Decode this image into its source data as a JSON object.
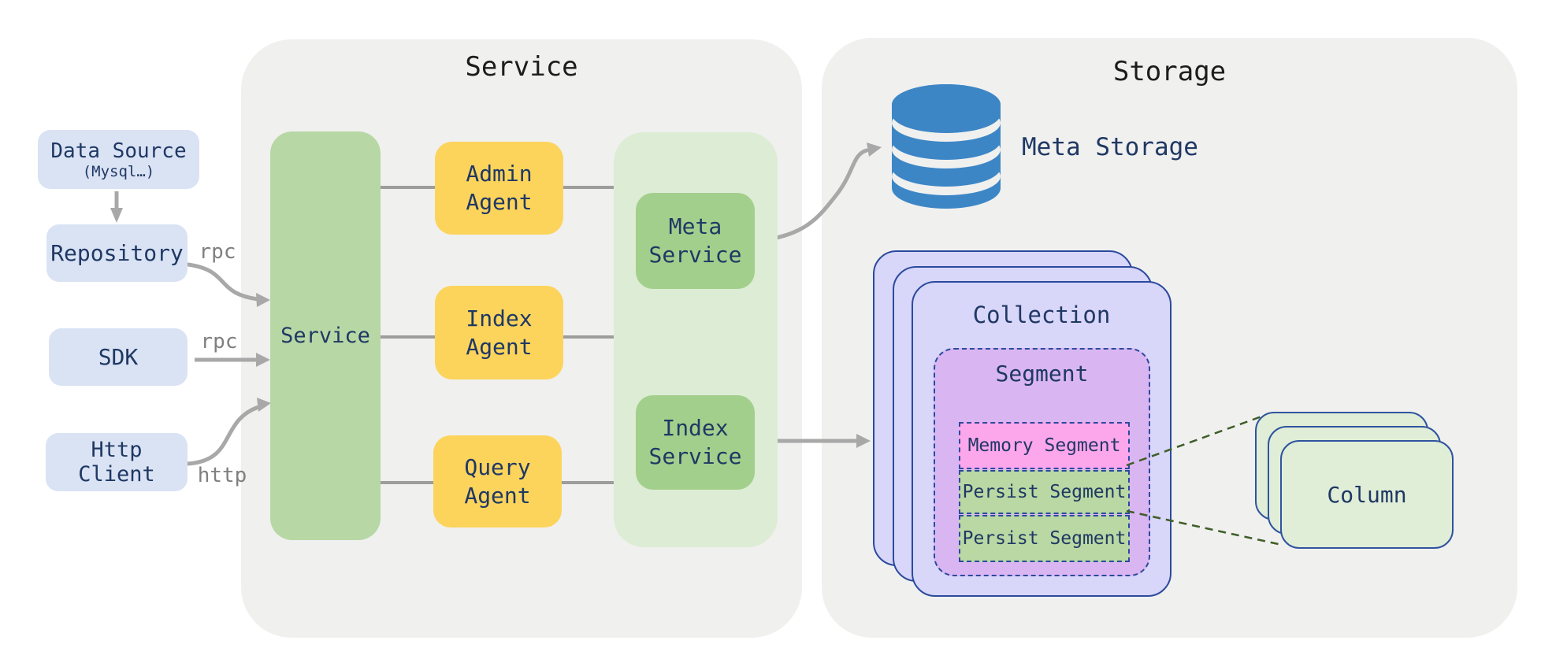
{
  "diagram": {
    "clients": {
      "data_source": {
        "title": "Data Source",
        "subtitle": "(Mysql…)"
      },
      "repository": {
        "label": "Repository"
      },
      "sdk": {
        "label": "SDK"
      },
      "http_client": {
        "label": "Http\nClient"
      }
    },
    "edges": {
      "repository_rpc": "rpc",
      "sdk_rpc": "rpc",
      "http": "http"
    },
    "service_panel": {
      "title": "Service",
      "service_box": {
        "label": "Service"
      },
      "agents": [
        {
          "label": "Admin\nAgent"
        },
        {
          "label": "Index\nAgent"
        },
        {
          "label": "Query\nAgent"
        }
      ],
      "inner": [
        {
          "label": "Meta\nService"
        },
        {
          "label": "Index\nService"
        }
      ]
    },
    "storage_panel": {
      "title": "Storage",
      "meta_storage": {
        "label": "Meta Storage"
      },
      "collection": {
        "title": "Collection",
        "segment": {
          "title": "Segment",
          "memory_segment": {
            "label": "Memory Segment"
          },
          "persist_segments": [
            {
              "label": "Persist Segment"
            },
            {
              "label": "Persist Segment"
            }
          ]
        }
      },
      "column": {
        "label": "Column"
      }
    },
    "colors": {
      "panel_bg": "#f0f0ef",
      "client_box_blue": "#dae3f4",
      "service_green": "#b7d7a5",
      "agent_yellow": "#fcd45c",
      "inner_panel_green": "#ddecd4",
      "inner_service_green": "#a3cf8c",
      "database_blue": "#3d86c6",
      "collection_lavender": "#d8d6f9",
      "segment_purple": "#d9b6f2",
      "memory_pink": "#fca6ec",
      "persist_green": "#b9d8a3",
      "column_green": "#e0eed7",
      "diagram_border_blue": "#2b4a9d",
      "text_navy": "#1f3864",
      "arrow_gray": "#a8a8a8",
      "edge_label_gray": "#7f7f7f",
      "dashed_link_green": "#3f5e28"
    }
  }
}
